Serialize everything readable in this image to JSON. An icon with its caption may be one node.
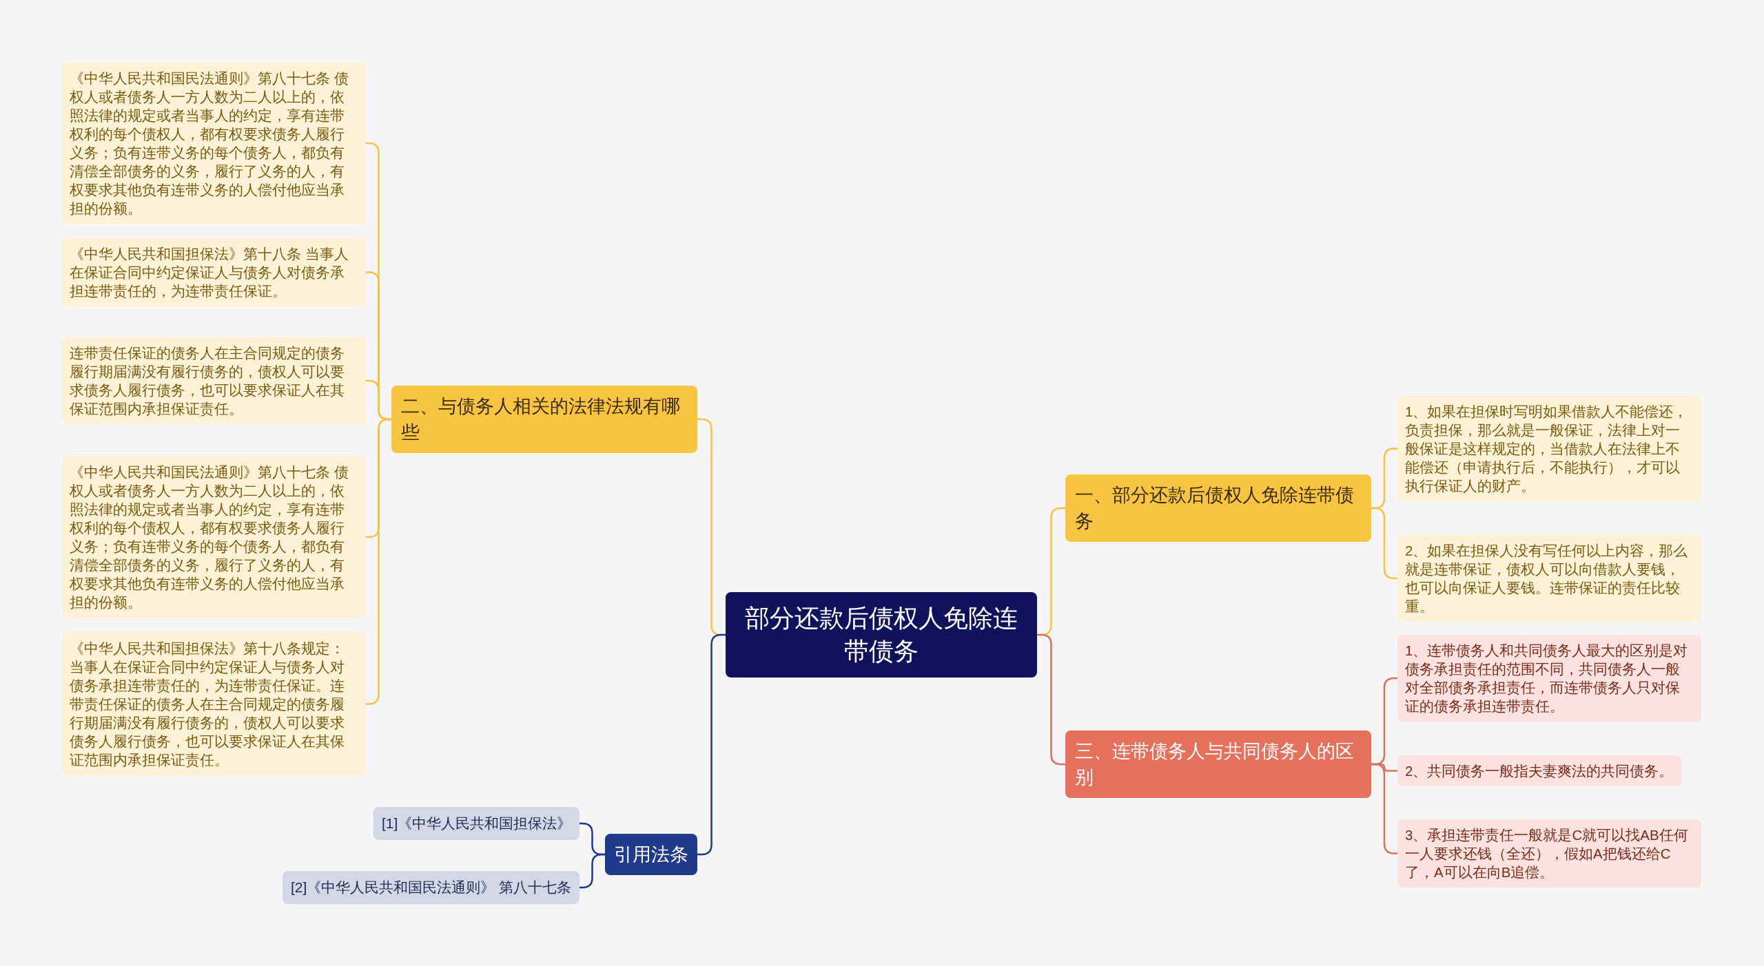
{
  "diagram": {
    "nodes": [
      {
        "text": [
          "部分还款后债权人免除连带债务"
        ]
      },
      {
        "text": [
          "二、与债务人相关的法律法规有哪些"
        ]
      },
      {
        "text": [
          "《中华人民共和国民法通则》第八十七条 债权人或者债务人一方人数为二人以上的，依照法律的规定或者当事人的约定，享有连带权利的每个债权人，都有权要求债务人履行义务；负有连带义务的每个债务人，都负有清偿全部债务的义务，履行了义务的人，有权要求其他负有连带义务的人偿付他应当承担的份额。"
        ]
      },
      {
        "text": [
          "《中华人民共和国担保法》第十八条 当事人在保证合同中约定保证人与债务人对债务承担连带责任的，为连带责任保证。"
        ]
      },
      {
        "text": [
          "连带责任保证的债务人在主合同规定的债务履行期届满没有履行债务的，债权人可以要求债务人履行债务，也可以要求保证人在其保证范围内承担保证责任。"
        ]
      },
      {
        "text": [
          "《中华人民共和国民法通则》第八十七条 债权人或者债务人一方人数为二人以上的，依照法律的规定或者当事人的约定，享有连带权利的每个债权人，都有权要求债务人履行义务；负有连带义务的每个债务人，都负有清偿全部债务的义务，履行了义务的人，有权要求其他负有连带义务的人偿付他应当承担的份额。"
        ]
      },
      {
        "text": [
          "《中华人民共和国担保法》第十八条规定：当事人在保证合同中约定保证人与债务人对债务承担连带责任的，为连带责任保证。连带责任保证的债务人在主合同规定的债务履行期届满没有履行债务的，债权人可以要求债务人履行债务，也可以要求保证人在其保证范围内承担保证责任。"
        ]
      },
      {
        "text": [
          "一、部分还款后债权人免除连带债务"
        ]
      },
      {
        "text": [
          "1、如果在担保时写明如果借款人不能偿还，负责担保，那么就是一般保证，法律上对一般保证是这样规定的，当借款人在法律上不能偿还（申请执行后，不能执行），才可以执行保证人的财产。"
        ]
      },
      {
        "text": [
          "2、如果在担保人没有写任何以上内容，那么就是连带保证，债权人可以向借款人要钱，也可以向保证人要钱。连带保证的责任比较重。"
        ]
      },
      {
        "text": [
          "三、连带债务人与共同债务人的区别"
        ]
      },
      {
        "text": [
          "1、连带债务人和共同债务人最大的区别是对债务承担责任的范围不同，共同债务人一般对全部债务承担责任，而连带债务人只对保证的债务承担连带责任。"
        ]
      },
      {
        "text": [
          "2、共同债务一般指夫妻爽法的共同债务。"
        ]
      },
      {
        "text": [
          "3、承担连带责任一般就是C就可以找AB任何一人要求还钱（全还），假如A把钱还给C了，A可以在向B追偿。"
        ]
      },
      {
        "text": [
          "引用法条"
        ]
      },
      {
        "text": [
          "[1]《中华人民共和国担保法》"
        ]
      },
      {
        "text": [
          "[2]《中华人民共和国民法通则》 第八十七条"
        ]
      }
    ],
    "edges": [
      {
        "from": 0,
        "to": 1,
        "arrow": "none"
      },
      {
        "from": 1,
        "to": 2,
        "arrow": "none"
      },
      {
        "from": 1,
        "to": 3,
        "arrow": "none"
      },
      {
        "from": 1,
        "to": 4,
        "arrow": "none"
      },
      {
        "from": 1,
        "to": 5,
        "arrow": "none"
      },
      {
        "from": 1,
        "to": 6,
        "arrow": "none"
      },
      {
        "from": 0,
        "to": 7,
        "arrow": "none"
      },
      {
        "from": 7,
        "to": 8,
        "arrow": "none"
      },
      {
        "from": 7,
        "to": 9,
        "arrow": "none"
      },
      {
        "from": 0,
        "to": 10,
        "arrow": "none",
        "color": "#d9705c"
      },
      {
        "from": 10,
        "to": 11,
        "arrow": "none",
        "color": "#d9705c"
      },
      {
        "from": 10,
        "to": 12,
        "arrow": "none",
        "color": "#d9705c"
      },
      {
        "from": 10,
        "to": 13,
        "arrow": "none",
        "color": "#d9705c"
      },
      {
        "from": 0,
        "to": 14,
        "arrow": "none",
        "color": "#1f3a8a"
      },
      {
        "from": 14,
        "to": 15,
        "arrow": "none",
        "color": "#1f3a8a"
      },
      {
        "from": 14,
        "to": 16,
        "arrow": "none",
        "color": "#1f3a8a"
      }
    ]
  }
}
